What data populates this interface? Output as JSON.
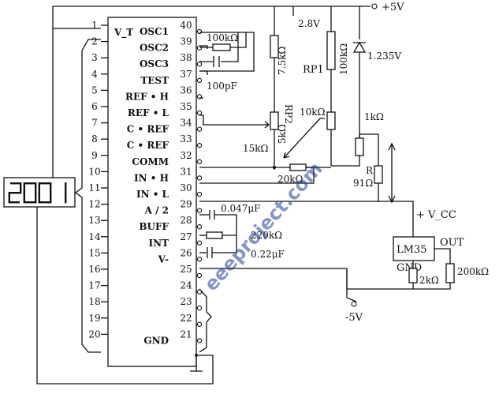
{
  "ic": {
    "name": "V_T",
    "left_pins": [
      "1",
      "2",
      "3",
      "4",
      "5",
      "6",
      "7",
      "8",
      "9",
      "10",
      "11",
      "12",
      "13",
      "14",
      "15",
      "16",
      "17",
      "18",
      "19",
      "20"
    ],
    "right_pins": [
      {
        "num": "40",
        "label": "OSC1"
      },
      {
        "num": "39",
        "label": "OSC2"
      },
      {
        "num": "38",
        "label": "OSC3"
      },
      {
        "num": "37",
        "label": "TEST"
      },
      {
        "num": "36",
        "label": "REF • H"
      },
      {
        "num": "35",
        "label": "REF • L"
      },
      {
        "num": "34",
        "label": "C • REF"
      },
      {
        "num": "33",
        "label": "C • REF"
      },
      {
        "num": "32",
        "label": "COMM"
      },
      {
        "num": "31",
        "label": "IN • H"
      },
      {
        "num": "30",
        "label": "IN • L"
      },
      {
        "num": "29",
        "label": "A / 2"
      },
      {
        "num": "28",
        "label": "BUFF"
      },
      {
        "num": "27",
        "label": "INT"
      },
      {
        "num": "26",
        "label": "V-"
      },
      {
        "num": "25",
        "label": ""
      },
      {
        "num": "24",
        "label": ""
      },
      {
        "num": "23",
        "label": ""
      },
      {
        "num": "22",
        "label": ""
      },
      {
        "num": "21",
        "label": "GND"
      }
    ]
  },
  "display": {
    "digits": "2001"
  },
  "supply": {
    "pos": "+5V",
    "neg": "-5V",
    "vcc": "+ V_CC"
  },
  "labels": {
    "r_osc": "100kΩ",
    "c_osc": "100pF",
    "v_ref": "2.8V",
    "r_75k": "7.5kΩ",
    "rp1": "RP1",
    "rp2": "RP2",
    "r_5k": "5kΩ",
    "r_15k": "15kΩ",
    "r_10k": "10kΩ",
    "r_20k": "20kΩ",
    "r_100k": "100kΩ",
    "v_diode": "1.235V",
    "r_1k": "1kΩ",
    "r_label": "R",
    "r_91": "91Ω",
    "c_047": "0.047μF",
    "r_220k": "220kΩ",
    "c_022": "0.22μF",
    "lm35": "LM35",
    "out": "OUT",
    "gnd": "GND",
    "r_2k": "2kΩ",
    "r_200k": "200kΩ"
  },
  "watermark": "eeeproject.com"
}
